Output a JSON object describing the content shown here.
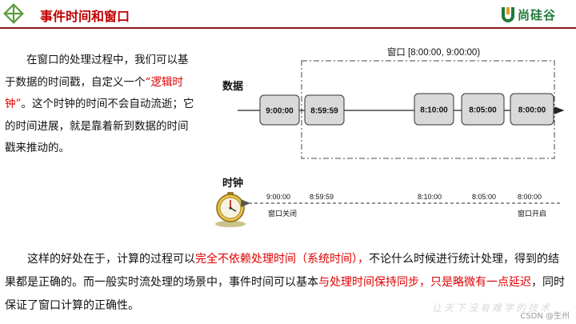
{
  "header": {
    "title": "事件时间和窗口",
    "brand": "尚硅谷",
    "colors": {
      "title": "#c00000",
      "rule": "#8b1a1a",
      "brand": "#1f7a3a",
      "logo": "#5b9b3c"
    }
  },
  "intro": {
    "p1": "在窗口的处理过程中，我们可以基于数据的时间戳，自定义一个",
    "highlight": "“逻辑时钟”",
    "p2": "。这个时钟的时间不会自动流逝；它的时间进展，就是靠着新到数据的时间戳来推动的。"
  },
  "diagram": {
    "window_label": "窗口 [8:00:00, 9:00:00)",
    "data_label": "数据",
    "clock_label": "时钟",
    "events": [
      "9:00:00",
      "8:59:59",
      "8:10:00",
      "8:05:00",
      "8:00:00"
    ],
    "clock_ticks": [
      "9:00:00",
      "8:59:59",
      "8:10:00",
      "8:05:00",
      "8:00:00"
    ],
    "close_label": "窗口关闭",
    "open_label": "窗口开启",
    "icons": [
      "stopwatch-icon",
      "arrow-left-icon"
    ]
  },
  "conclusion": {
    "s1": "这样的好处在于，计算的过程可以",
    "r1": "完全不依赖处理时间（系统时间），",
    "s2": "不论什么时候进行统计处理，得到的结果都是正确的。而一般实时流处理的场景中，事件时间可以基本",
    "r2": "与处理时间保持同步，只是略微有一点延迟",
    "s3": "，同时保证了窗口计算的正确性。"
  },
  "watermark": "CSDN @生州",
  "watermark_art": "让天下没有难学的技术"
}
